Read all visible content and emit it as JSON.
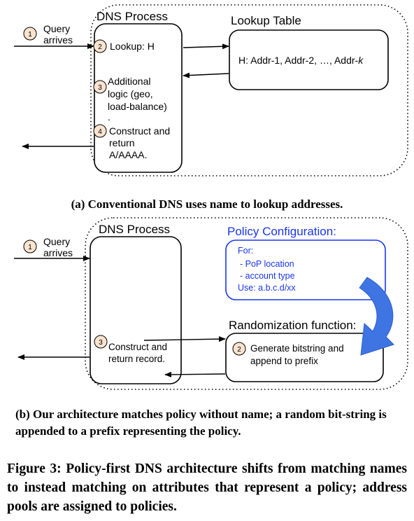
{
  "diagram_a": {
    "query_num": "1",
    "query_line1": "Query",
    "query_line2": "arrives",
    "dns_process_title": "DNS Process",
    "lookup_table_title": "Lookup Table",
    "step2_num": "2",
    "step2_label": "Lookup: H",
    "step3_num": "3",
    "step3_line1": "Additional",
    "step3_line2": "logic (geo,",
    "step3_line3": "load-balance)",
    "step3_line4": ".",
    "step4_num": "4",
    "step4_line1": "Construct and",
    "step4_line2": "return",
    "step4_line3": "A/AAAA.",
    "lookup_entry_prefix": "H: Addr-1, Addr-2, …, Addr-",
    "lookup_entry_k": "k"
  },
  "caption_a": "(a) Conventional DNS uses name to lookup addresses.",
  "diagram_b": {
    "query_num": "1",
    "query_line1": "Query",
    "query_line2": "arrives",
    "dns_process_title": "DNS Process",
    "policy_title": "Policy Configuration:",
    "policy_for": "For:",
    "policy_item1": "- PoP location",
    "policy_item2": "- account type",
    "policy_use": "Use: a.b.c.d/xx",
    "random_title": "Randomization function:",
    "step3_num": "3",
    "step3_line1": "Construct and",
    "step3_line2": "return record.",
    "step2_num": "2",
    "step2_line1": "Generate bitstring and",
    "step2_line2": "append to prefix"
  },
  "caption_b": "(b) Our architecture matches policy without name; a random bit-string is appended to a prefix representing the policy.",
  "figure_caption": "Figure 3: Policy-first DNS architecture shifts from matching names to instead matching on attributes that represent a policy; address pools are assigned to policies.",
  "colors": {
    "badge_fill": "#fbe3cf",
    "policy_blue": "#1a35f0",
    "big_arrow": "#3f74e3"
  }
}
